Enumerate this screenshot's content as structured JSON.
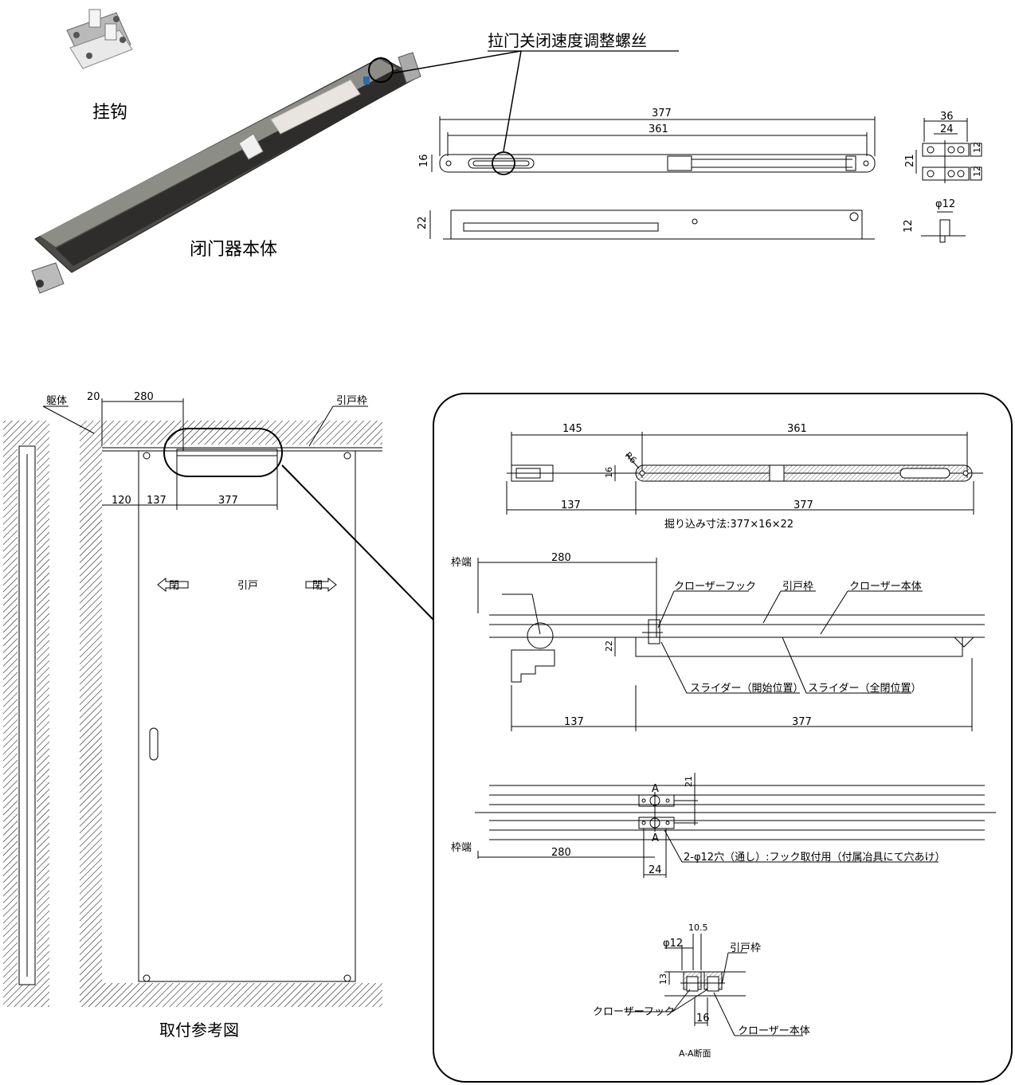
{
  "labels": {
    "hook": "挂钩",
    "closer_body": "闭门器本体",
    "speed_screw": "拉门关闭速度调整螺丝",
    "install_ref": "取付参考図",
    "kutai": "躯体",
    "hikido_waku": "引戸枠",
    "hikido": "引戸",
    "close_left": "閉",
    "close_right": "閉",
    "horikomi": "掘り込み寸法:377×16×22",
    "wakuhashi": "枠端",
    "closer_hook": "クローザーフック",
    "closer_hontai": "クローザー本体",
    "slider_start": "スライダー（開始位置）",
    "slider_full": "スライダー（全閉位置）",
    "hole_note": "2-φ12穴（通し）:フック取付用（付属冶具にて穴あけ）",
    "section_aa": "A-A断面",
    "mark_a": "A",
    "r6": "R6",
    "phi12": "φ12"
  },
  "dims": {
    "d377": "377",
    "d361": "361",
    "d36": "36",
    "d24": "24",
    "d21": "21",
    "d16": "16",
    "d12": "12",
    "d22": "22",
    "d20": "20",
    "d280": "280",
    "d120": "120",
    "d137": "137",
    "d145": "145",
    "d13": "13",
    "d10_5": "10.5"
  }
}
